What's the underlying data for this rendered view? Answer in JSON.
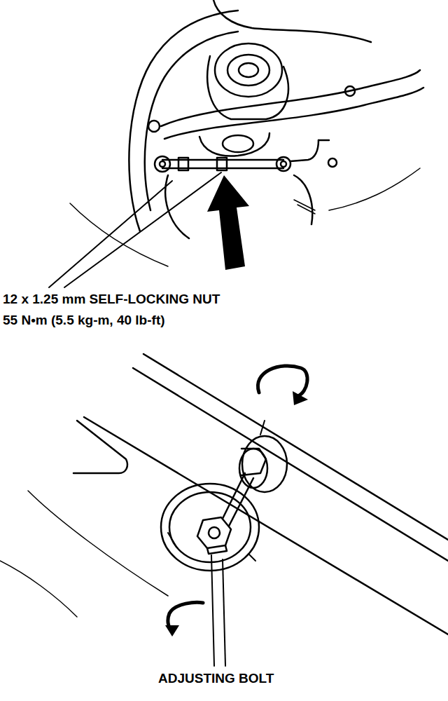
{
  "diagram": {
    "labels": [
      "12 x 1.25 mm SELF-LOCKING NUT",
      "55 N•m (5.5 kg-m, 40 lb-ft)",
      "ADJUSTING BOLT"
    ]
  }
}
